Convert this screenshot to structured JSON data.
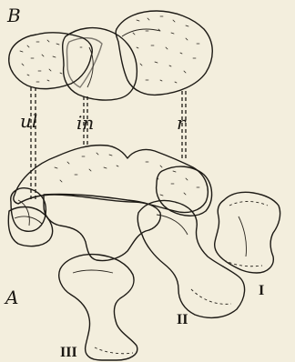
{
  "figure": {
    "panel_labels": {
      "top": "B",
      "bottom": "A"
    },
    "leader_labels": {
      "ulna": "ul",
      "intermedium": "in",
      "radius": "r"
    },
    "metacarpal_labels": {
      "first": "I",
      "second": "II",
      "third": "III"
    }
  },
  "colors": {
    "paper": "#f3eedd",
    "ink": "#1d1a15",
    "shade": "#4a443a"
  }
}
